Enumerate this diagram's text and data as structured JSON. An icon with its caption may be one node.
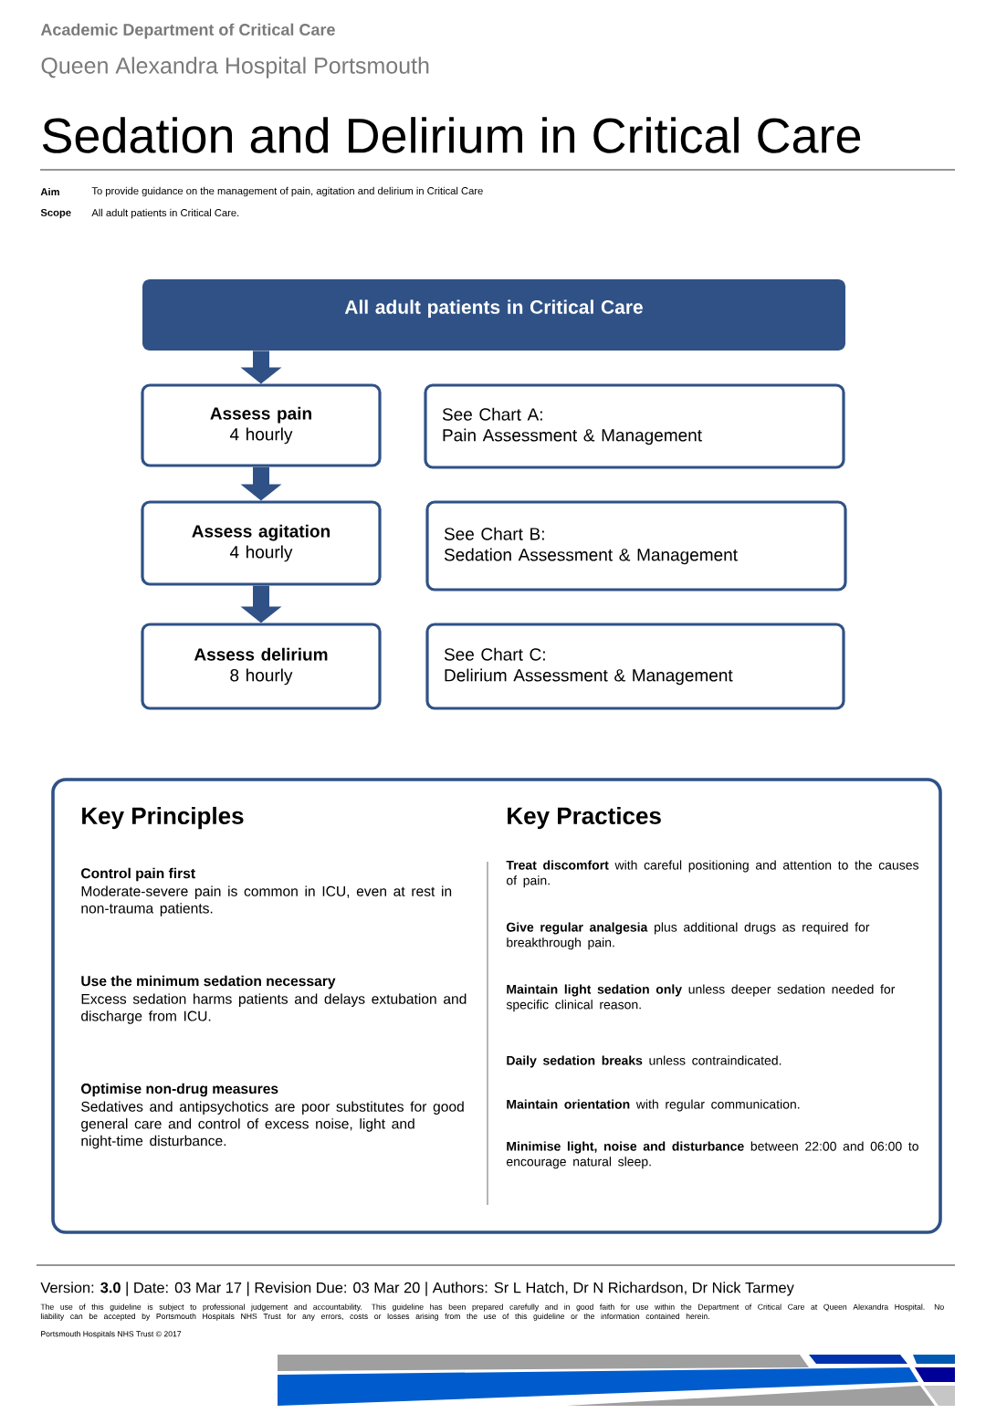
{
  "diagram": {
    "title": "Sedation and Delirium in Critical Care",
    "nodes": [
      {
        "text": [
          "All adult patients in Critical Care"
        ]
      },
      {
        "text": [
          "Assess pain",
          "4 hourly"
        ]
      },
      {
        "text": [
          "See Chart A:",
          "Pain Assessment & Management"
        ]
      },
      {
        "text": [
          "Assess agitation",
          "4 hourly"
        ]
      },
      {
        "text": [
          "See Chart B:",
          "Sedation Assessment & Management"
        ]
      },
      {
        "text": [
          "Assess delirium",
          "8 hourly"
        ]
      },
      {
        "text": [
          "See Chart C:",
          "Delirium Assessment & Management"
        ]
      },
      {
        "text": [
          "Key Principles",
          "Key Practices"
        ]
      }
    ],
    "edges": [
      {
        "from": 0,
        "to": 1,
        "arrow": "to"
      },
      {
        "from": 1,
        "to": 3,
        "arrow": "to"
      },
      {
        "from": 3,
        "to": 5,
        "arrow": "to"
      }
    ],
    "labels": [
      "Academic Department of Critical Care",
      "Queen Alexandra Hospital Portsmouth",
      "Aim",
      "To provide guidance on the management of pain, agitation and delirium in Critical Care",
      "Scope",
      "All adult patients in Critical Care.",
      "Control pain first",
      "Moderate-severe pain is common in ICU, even at rest in non-trauma patients.",
      "Use the minimum sedation necessary",
      "Excess sedation harms patients and delays extubation and discharge from ICU.",
      "Optimise non-drug measures",
      "Sedatives and antipsychotics are poor substitutes for good general care and control of excess noise, light and night-time disturbance.",
      "**Treat discomfort** with careful positioning and attention to the causes of pain.",
      "**Give regular analgesia** plus additional drugs as required for breakthrough pain.",
      "**Maintain light sedation only** unless deeper sedation needed for specific clinical reason.",
      "**Daily sedation breaks** unless contraindicated.",
      "**Maintain orientation** with regular communication.",
      "**Minimise light, noise and disturbance** between 22:00 and 06:00 to encourage natural sleep.",
      "Version: **3.0** | Date: 03 Mar 17 | Revision Due: 03 Mar 20 | Authors: Sr L Hatch, Dr N Richardson, Dr Nick Tarmey",
      "The use of this guideline is subject to professional judgement and accountability. This guideline has been prepared carefully and in good faith for use within the Department of Critical Care at Queen Alexandra Hospital. No liability can be accepted by Portsmouth Hospitals NHS Trust for any errors, costs or losses arising from the use of this guideline or the information contained herein.",
      "Portsmouth Hospitals NHS Trust © 2017"
    ]
  }
}
